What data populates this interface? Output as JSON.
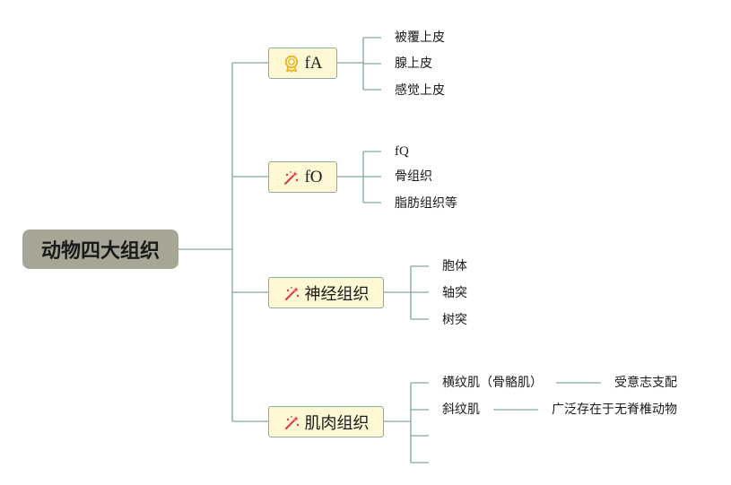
{
  "root": {
    "label": "动物四大组织"
  },
  "branches": [
    {
      "label": "fA",
      "icon": "award-icon",
      "children": [
        "被覆上皮",
        "腺上皮",
        "感觉上皮"
      ]
    },
    {
      "label": "fO",
      "icon": "sparkle-wand-icon",
      "children": [
        "fQ",
        "骨组织",
        "脂肪组织等"
      ]
    },
    {
      "label": "神经组织",
      "icon": "sparkle-wand-icon",
      "children": [
        "胞体",
        "轴突",
        "树突"
      ]
    },
    {
      "label": "肌肉组织",
      "icon": "sparkle-wand-icon",
      "children": [
        {
          "label": "横纹肌（骨骼肌）",
          "note": "受意志支配"
        },
        {
          "label": "斜纹肌",
          "note": "广泛存在于无脊椎动物"
        },
        {
          "label": ""
        },
        {
          "label": ""
        }
      ]
    }
  ],
  "colors": {
    "root_bg": "#a6a596",
    "branch_bg": "#fff8d4",
    "branch_border": "#8aa9a0",
    "line": "#7fa69b",
    "award_gold": "#e8b21b",
    "wand_red": "#d63a4a"
  }
}
